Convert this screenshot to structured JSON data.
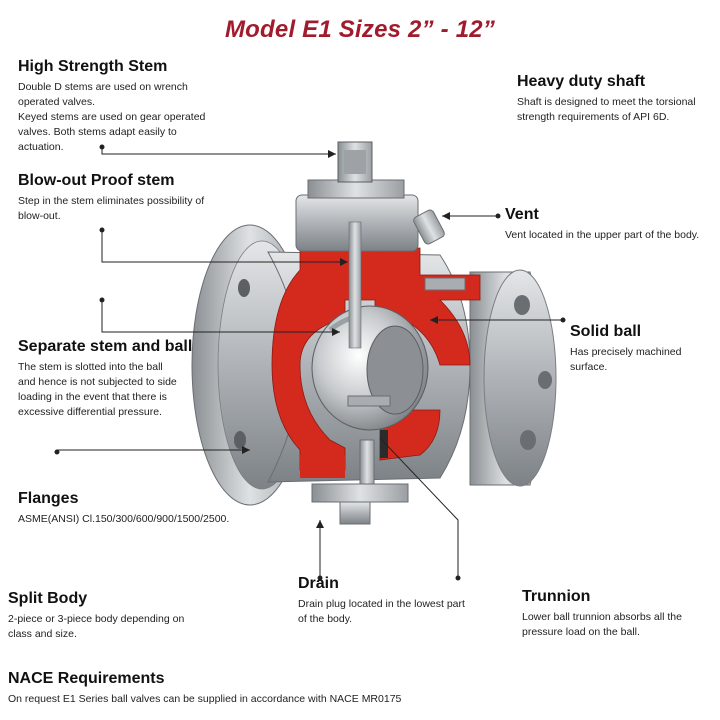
{
  "title": "Model E1 Sizes 2” - 12”",
  "callouts": {
    "high_strength_stem": {
      "heading": "High Strength Stem",
      "lines": [
        "Double D stems are used on wrench",
        "operated valves.",
        "Keyed stems are used on gear operated",
        "valves. Both stems adapt easily to",
        "actuation."
      ]
    },
    "blowout_proof_stem": {
      "heading": "Blow-out Proof stem",
      "lines": [
        "Step in the stem eliminates possibility of",
        "blow-out."
      ]
    },
    "separate_stem_ball": {
      "heading": "Separate stem and ball",
      "lines": [
        "The stem is slotted into the ball",
        "and hence is not subjected to side",
        "loading in the event that there is",
        "excessive differential pressure."
      ]
    },
    "flanges": {
      "heading": "Flanges",
      "lines": [
        "ASME(ANSI)  Cl.150/300/600/900/1500/2500."
      ]
    },
    "split_body": {
      "heading": "Split Body",
      "lines": [
        "2-piece or 3-piece body depending on",
        "class and size."
      ]
    },
    "nace": {
      "heading": "NACE Requirements",
      "lines": [
        "On request E1 Series ball valves can be supplied in accordance with NACE MR0175"
      ]
    },
    "heavy_duty_shaft": {
      "heading": "Heavy duty shaft",
      "lines": [
        "Shaft is designed to meet the torsional",
        "strength requirements of API 6D."
      ]
    },
    "vent": {
      "heading": "Vent",
      "lines": [
        "Vent located in the upper part of the body."
      ]
    },
    "solid_ball": {
      "heading": "Solid ball",
      "lines": [
        "Has precisely machined surface."
      ]
    },
    "drain": {
      "heading": "Drain",
      "lines": [
        "Drain plug located in the lowest part",
        "of the body."
      ]
    },
    "trunnion": {
      "heading": "Trunnion",
      "lines": [
        "Lower ball trunnion absorbs all the",
        "pressure load on the ball."
      ]
    }
  },
  "colors": {
    "title": "#a01c2c",
    "cutaway_red": "#d42a1e",
    "steel": "#b9bcc0",
    "leader": "#222222"
  }
}
